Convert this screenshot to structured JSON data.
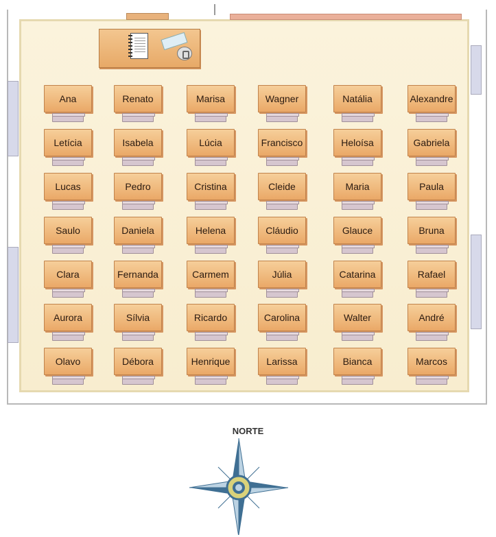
{
  "compass": {
    "label": "NORTE",
    "icon": "compass-rose-icon",
    "colors": {
      "primary": "#3f6f93",
      "light": "#bcd3e3",
      "ring": "#d9d27a"
    }
  },
  "teacher_desk": {
    "items": [
      "notebook-icon",
      "paper-icon",
      "stapler-icon"
    ]
  },
  "students": [
    [
      "Ana",
      "Renato",
      "Marisa",
      "Wagner",
      "Natália",
      "Alexandre"
    ],
    [
      "Letícia",
      "Isabela",
      "Lúcia",
      "Francisco",
      "Heloísa",
      "Gabriela"
    ],
    [
      "Lucas",
      "Pedro",
      "Cristina",
      "Cleide",
      "Maria",
      "Paula"
    ],
    [
      "Saulo",
      "Daniela",
      "Helena",
      "Cláudio",
      "Glauce",
      "Bruna"
    ],
    [
      "Clara",
      "Fernanda",
      "Carmem",
      "Júlia",
      "Catarina",
      "Rafael"
    ],
    [
      "Aurora",
      "Sílvia",
      "Ricardo",
      "Carolina",
      "Walter",
      "André"
    ],
    [
      "Olavo",
      "Débora",
      "Henrique",
      "Larissa",
      "Bianca",
      "Marcos"
    ]
  ]
}
